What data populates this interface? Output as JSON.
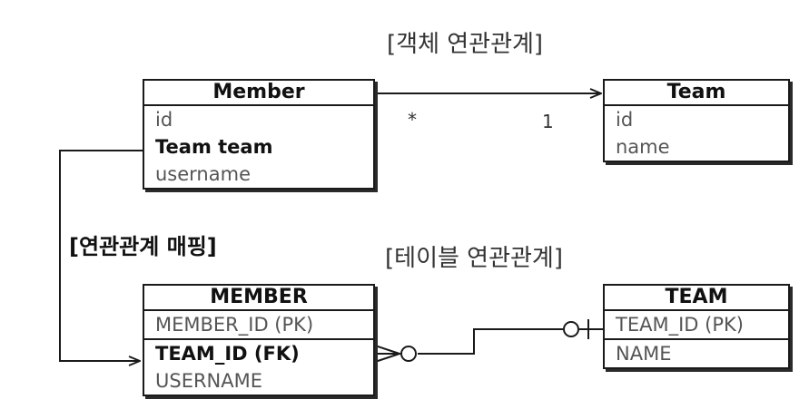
{
  "titles": {
    "object_relation": "[객체 연관관계]",
    "table_relation": "[테이블 연관관계]",
    "mapping": "[연관관계 매핑]"
  },
  "object_relation": {
    "many": "*",
    "one": "1"
  },
  "entities": {
    "member": {
      "name": "Member",
      "fields": [
        "id",
        "Team team",
        "username"
      ]
    },
    "team": {
      "name": "Team",
      "fields": [
        "id",
        "name"
      ]
    }
  },
  "tables": {
    "member": {
      "name": "MEMBER",
      "columns": [
        "MEMBER_ID (PK)",
        "TEAM_ID (FK)",
        "USERNAME"
      ]
    },
    "team": {
      "name": "TEAM",
      "columns": [
        "TEAM_ID (PK)",
        "NAME"
      ]
    }
  }
}
